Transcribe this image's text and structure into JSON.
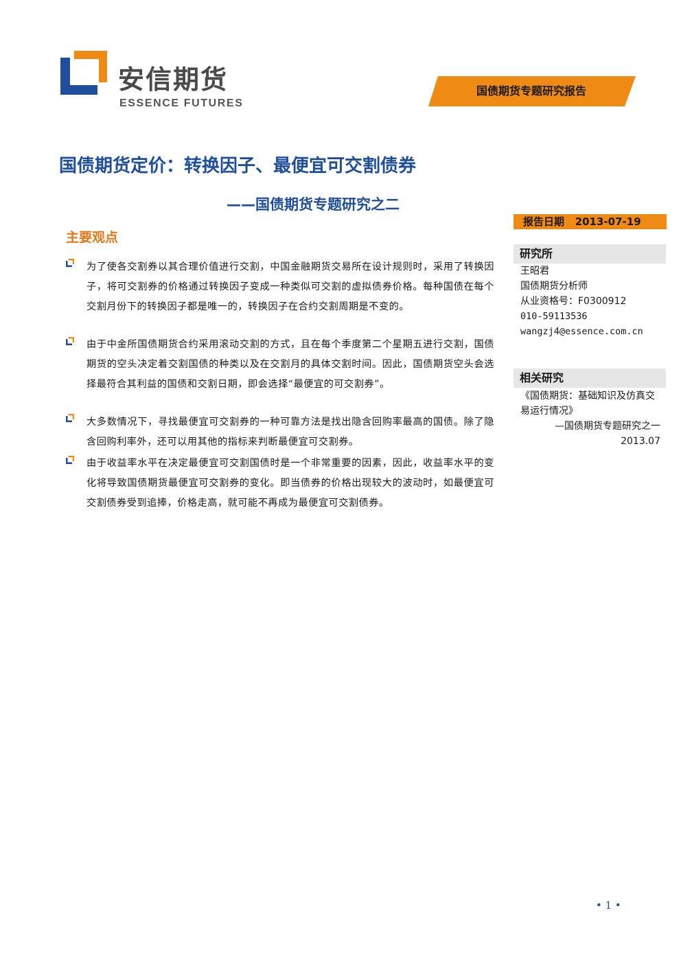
{
  "logo": {
    "cn": "安信期货",
    "en": "ESSENCE FUTURES",
    "icon": "essence-logo-mark"
  },
  "banner": {
    "text": "国债期货专题研究报告"
  },
  "title": "国债期货定价：转换因子、最便宜可交割债券",
  "subtitle": "——国债期货专题研究之二",
  "report_date": {
    "label": "报告日期",
    "value": "2013-07-19"
  },
  "institute": {
    "heading": "研究所",
    "lines": [
      "王昭君",
      "国债期货分析师",
      "从业资格号：F0300912",
      "010-59113536",
      "wangzj4@essence.com.cn"
    ]
  },
  "related": {
    "heading": "相关研究",
    "title": "《国债期货：基础知识及仿真交易运行情况》",
    "series": "—国债期货专题研究之一",
    "date": "2013.07"
  },
  "key_points": {
    "heading": "主要观点",
    "items": [
      "为了使各交割券以其合理价值进行交割，中国金融期货交易所在设计规则时，采用了转换因子，将可交割券的价格通过转换因子变成一种类似可交割的虚拟债券价格。每种国债在每个交割月份下的转换因子都是唯一的，转换因子在合约交割周期是不变的。",
      "由于中金所国债期货合约采用滚动交割的方式，且在每个季度第二个星期五进行交割，国债期货的空头决定着交割国债的种类以及在交割月的具体交割时间。因此，国债期货空头会选择最符合其利益的国债和交割日期，即会选择“最便宜的可交割券”。",
      "大多数情况下，寻找最便宜可交割券的一种可靠方法是找出隐含回购率最高的国债。除了隐含回购利率外，还可以用其他的指标来判断最便宜可交割券。",
      "由于收益率水平在决定最便宜可交割国债时是一个非常重要的因素，因此，收益率水平的变化将导致国债期货最便宜可交割券的变化。即当债券的价格出现较大的波动时，如最便宜可交割债券受到追捧，价格走高，就可能不再成为最便宜可交割债券。"
    ]
  },
  "page_number": "• 1 •",
  "colors": {
    "brand_blue": "#1f4e9a",
    "brand_orange": "#ef8a14",
    "heading_orange": "#e0781a"
  }
}
